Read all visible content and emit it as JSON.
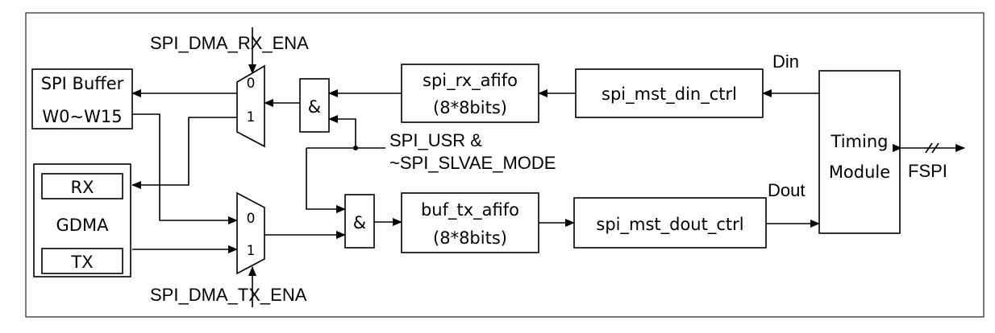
{
  "diagram": {
    "blocks": {
      "spi_buffer": [
        "SPI Buffer",
        "W0~W15"
      ],
      "gdma": {
        "label": "GDMA",
        "rx": "RX",
        "tx": "TX"
      },
      "spi_rx_afifo": [
        "spi_rx_afifo",
        "(8*8bits)"
      ],
      "buf_tx_afifo": [
        "buf_tx_afifo",
        "(8*8bits)"
      ],
      "spi_mst_din_ctrl": "spi_mst_din_ctrl",
      "spi_mst_dout_ctrl": "spi_mst_dout_ctrl",
      "timing_module": [
        "Timing",
        "Module"
      ],
      "and_gate": "&"
    },
    "mux": {
      "in0": "0",
      "in1": "1"
    },
    "signals": {
      "rx_dma_ena": "SPI_DMA_RX_ENA",
      "tx_dma_ena": "SPI_DMA_TX_ENA",
      "usr_mode": [
        "SPI_USR &",
        "~SPI_SLVAE_MODE"
      ],
      "din": "Din",
      "dout": "Dout",
      "fspi": "FSPI"
    }
  }
}
